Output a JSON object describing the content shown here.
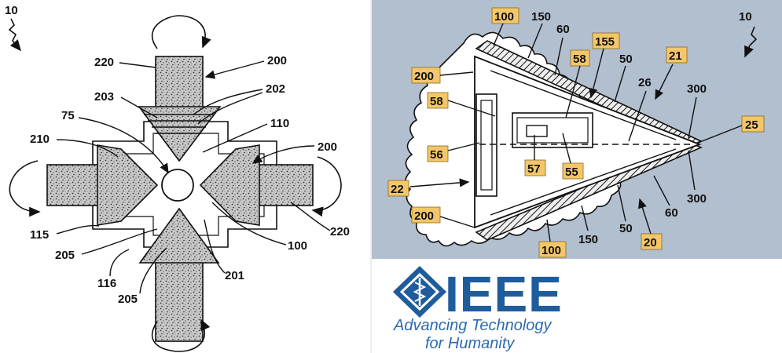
{
  "left_figure": {
    "ref": "10",
    "labels": {
      "l220_top": "220",
      "l200_top": "200",
      "l203": "203",
      "l202": "202",
      "l75": "75",
      "l110": "110",
      "l210": "210",
      "l200_right": "200",
      "l115": "115",
      "l205_a": "205",
      "l116": "116",
      "l205_b": "205",
      "l201": "201",
      "l100": "100",
      "l220_right": "220"
    }
  },
  "right_figure": {
    "ref": "10",
    "tags": {
      "t100_top": "100",
      "t150_top": "150",
      "t60_top": "60",
      "t155": "155",
      "t58_mid": "58",
      "t50_top": "50",
      "t21": "21",
      "t200_top": "200",
      "t58_left": "58",
      "t26": "26",
      "t300_top": "300",
      "t25": "25",
      "t56": "56",
      "t57": "57",
      "t55": "55",
      "t22": "22",
      "t300_bottom": "300",
      "t60_bottom": "60",
      "t200_bottom": "200",
      "t150_bottom": "150",
      "t50_bottom": "50",
      "t100_bottom": "100",
      "t20": "20"
    }
  },
  "logo": {
    "wordmark": "IEEE",
    "tagline_line1": "Advancing Technology",
    "tagline_line2": "for Humanity"
  },
  "colors": {
    "right_bg": "#b2bfcf",
    "tag_fill": "#f3c66a",
    "ieee_blue": "#1e5c9c"
  }
}
